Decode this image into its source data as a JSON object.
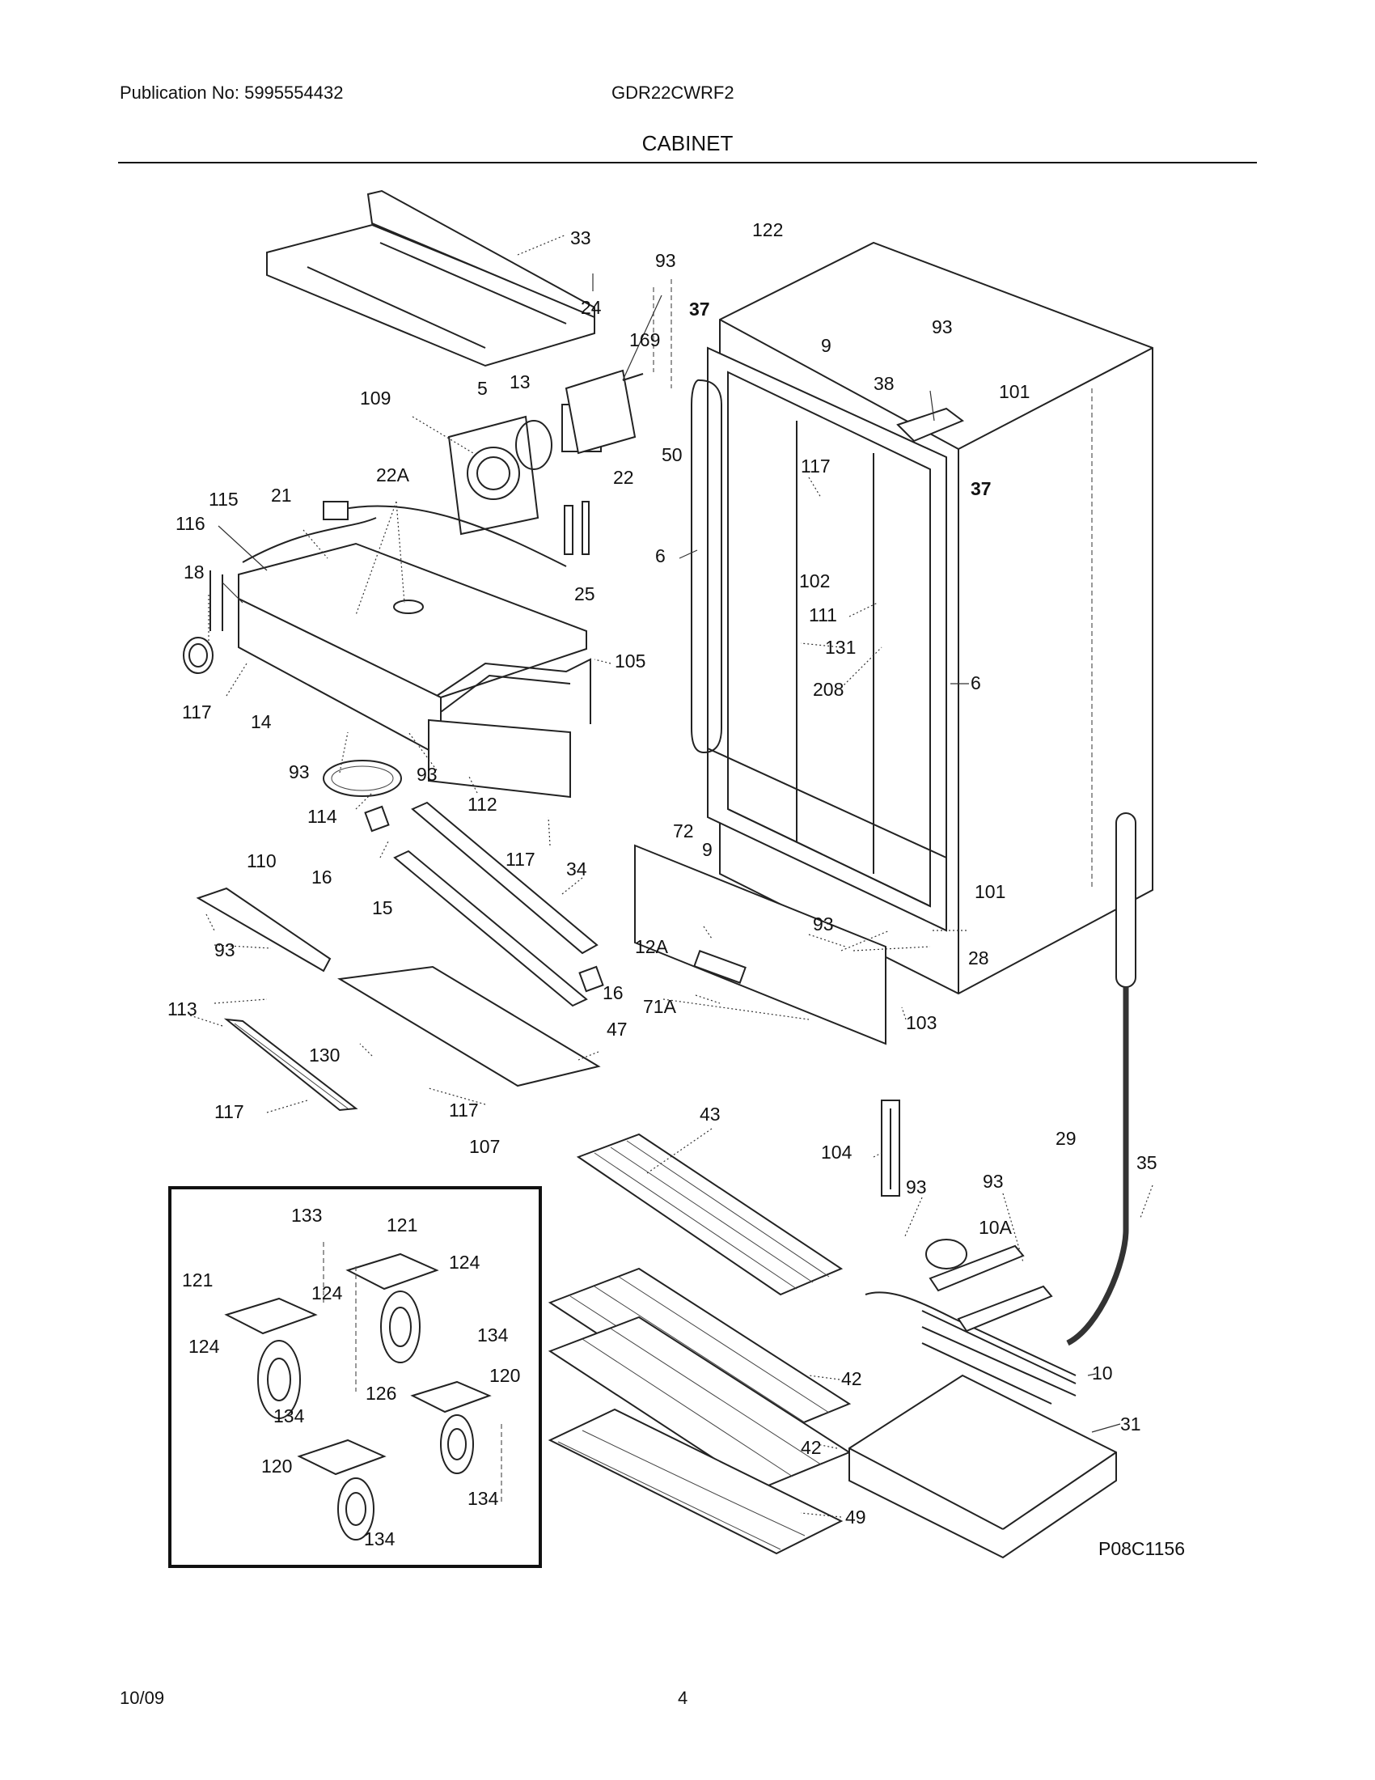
{
  "header": {
    "publication": "Publication No: 5995554432",
    "model": "GDR22CWRF2",
    "section_title": "CABINET"
  },
  "footer": {
    "date": "10/09",
    "page": "4"
  },
  "diagram": {
    "figure_code": "P08C1156",
    "labels": {
      "l33": "33",
      "l24": "24",
      "l93a": "93",
      "l169": "169",
      "l122": "122",
      "l37a": "37",
      "l93b": "93",
      "l9a": "9",
      "l38": "38",
      "l101a": "101",
      "l37b": "37",
      "l109": "109",
      "l5": "5",
      "l13": "13",
      "l50": "50",
      "l22A": "22A",
      "l22": "22",
      "l115": "115",
      "l21": "21",
      "l116": "116",
      "l18": "18",
      "l25": "25",
      "l6a": "6",
      "l117a": "117",
      "l102": "102",
      "l111": "111",
      "l131": "131",
      "l208": "208",
      "l6b": "6",
      "l105": "105",
      "l117b": "117",
      "l14": "14",
      "l93c": "93",
      "l93d": "93",
      "l114": "114",
      "l112": "112",
      "l117c": "117",
      "l72": "72",
      "l9b": "9",
      "l110": "110",
      "l16a": "16",
      "l34": "34",
      "l15": "15",
      "l93e": "93",
      "l101b": "101",
      "l93f": "93",
      "l12A": "12A",
      "l28": "28",
      "l16b": "16",
      "l71A": "71A",
      "l103": "103",
      "l113": "113",
      "l47": "47",
      "l130": "130",
      "l117d": "117",
      "l117e": "117",
      "l43": "43",
      "l29": "29",
      "l107": "107",
      "l104": "104",
      "l35": "35",
      "l93g": "93",
      "l93h": "93",
      "l10A": "10A",
      "l133": "133",
      "l121a": "121",
      "l121b": "121",
      "l124a": "124",
      "l124b": "124",
      "l124c": "124",
      "l134a": "134",
      "l126": "126",
      "l120a": "120",
      "l134b": "134",
      "l120b": "120",
      "l134c": "134",
      "l134d": "134",
      "l42a": "42",
      "l10": "10",
      "l31": "31",
      "l42b": "42",
      "l49": "49"
    }
  }
}
